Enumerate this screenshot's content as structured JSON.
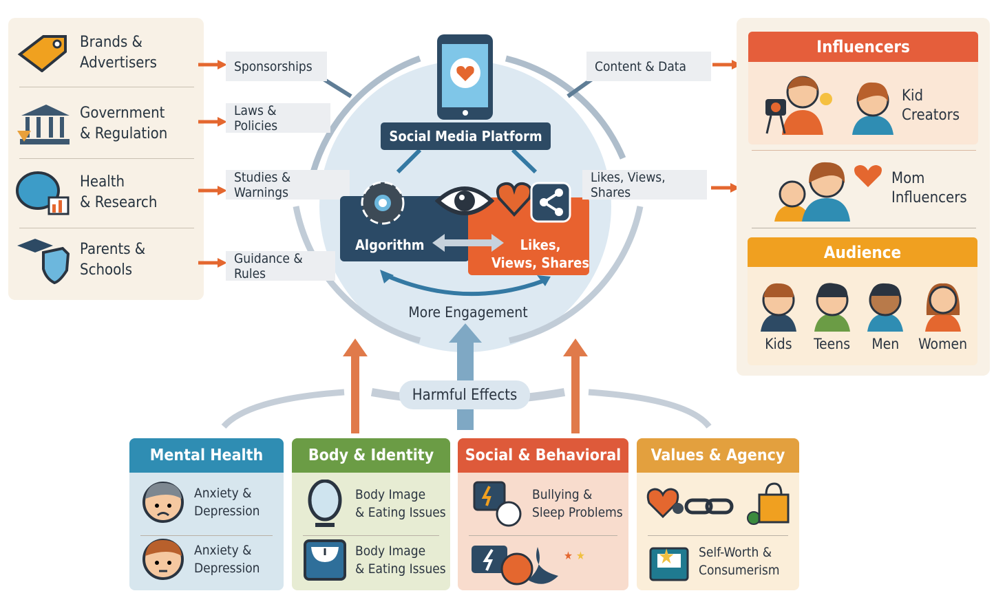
{
  "left_panel": {
    "items": [
      {
        "label_line1": "Brands &",
        "label_line2": "Advertisers",
        "icon": "price-tag-icon"
      },
      {
        "label_line1": "Government",
        "label_line2": "& Regulation",
        "icon": "government-building-icon"
      },
      {
        "label_line1": "Health",
        "label_line2": "& Research",
        "icon": "brain-chart-icon"
      },
      {
        "label_line1": "Parents &",
        "label_line2": "Schools",
        "icon": "graduation-shield-icon"
      }
    ]
  },
  "flows_left": [
    "Sponsorships",
    "Laws & Policies",
    "Studies & Warnings",
    "Guidance & Rules"
  ],
  "flows_right": [
    "Content & Data",
    "Likes, Views, Shares"
  ],
  "center": {
    "platform": "Social Media Platform",
    "algorithm": "Algorithm",
    "likes_line1": "Likes,",
    "likes_line2": "Views, Shares",
    "loop": "More Engagement"
  },
  "harmful_effects": "Harmful Effects",
  "right_panel": {
    "influencers_title": "Influencers",
    "kid_creators_1": "Kid",
    "kid_creators_2": "Creators",
    "mom_1": "Mom",
    "mom_2": "Influencers",
    "audience_title": "Audience",
    "audience": [
      "Kids",
      "Teens",
      "Men",
      "Women"
    ]
  },
  "effects": [
    {
      "title": "Mental Health",
      "color": "#2f8db3",
      "bg": "#d7e6ee",
      "items": [
        [
          "Anxiety &",
          "Depression"
        ],
        [
          "Anxiety &",
          "Depression"
        ]
      ]
    },
    {
      "title": "Body & Identity",
      "color": "#6b9c45",
      "bg": "#e7ecd3",
      "items": [
        [
          "Body Image",
          "& Eating Issues"
        ],
        [
          "Body Image",
          "& Eating Issues"
        ]
      ]
    },
    {
      "title": "Social & Behavioral",
      "color": "#de5a3a",
      "bg": "#f8dccd",
      "items": [
        [
          "Bullying &",
          "Sleep Problems"
        ]
      ]
    },
    {
      "title": "Values & Agency",
      "color": "#e3a03e",
      "bg": "#fbeed9",
      "items": [
        [
          "Self-Worth &",
          "Consumerism"
        ]
      ]
    }
  ],
  "colors": {
    "orange": "#e4672f",
    "navy": "#2d4a64",
    "circle": "#dde9f1"
  }
}
